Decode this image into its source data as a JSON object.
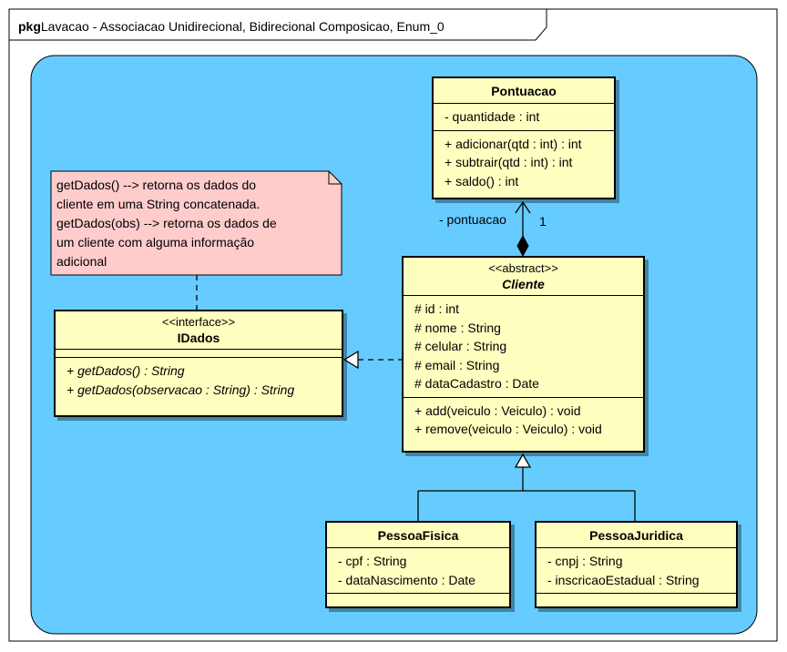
{
  "frame": {
    "keyword": "pkg",
    "title": "Lavacao - Associacao Unidirecional, Bidirecional Composicao, Enum_0"
  },
  "colors": {
    "package_fill": "#66ccff",
    "class_fill": "#ffffc0",
    "note_fill": "#ffcccc"
  },
  "note": {
    "lines": [
      "getDados() --> retorna os dados do",
      "cliente em uma String concatenada.",
      "getDados(obs) --> retorna os dados de",
      "um cliente com alguma informação",
      "adicional"
    ]
  },
  "classes": {
    "pontuacao": {
      "name": "Pontuacao",
      "attributes": [
        "- quantidade : int"
      ],
      "operations": [
        "+ adicionar(qtd : int) : int",
        "+ subtrair(qtd : int) : int",
        "+ saldo() : int"
      ]
    },
    "cliente": {
      "stereotype": "<<abstract>>",
      "name": "Cliente",
      "attributes": [
        "# id : int",
        "# nome : String",
        "# celular : String",
        "# email : String",
        "# dataCadastro : Date"
      ],
      "operations": [
        "+ add(veiculo : Veiculo) : void",
        "+ remove(veiculo : Veiculo) : void"
      ]
    },
    "idados": {
      "stereotype": "<<interface>>",
      "name": "IDados",
      "attributes": [],
      "operations": [
        "+ getDados() : String",
        "+ getDados(observacao : String) : String"
      ]
    },
    "pessoa_fisica": {
      "name": "PessoaFisica",
      "attributes": [
        "- cpf : String",
        "- dataNascimento : Date"
      ],
      "operations": []
    },
    "pessoa_juridica": {
      "name": "PessoaJuridica",
      "attributes": [
        "- cnpj : String",
        "- inscricaoEstadual : String"
      ],
      "operations": []
    }
  },
  "associations": {
    "composition": {
      "role": "- pontuacao",
      "multiplicity": "1"
    }
  }
}
